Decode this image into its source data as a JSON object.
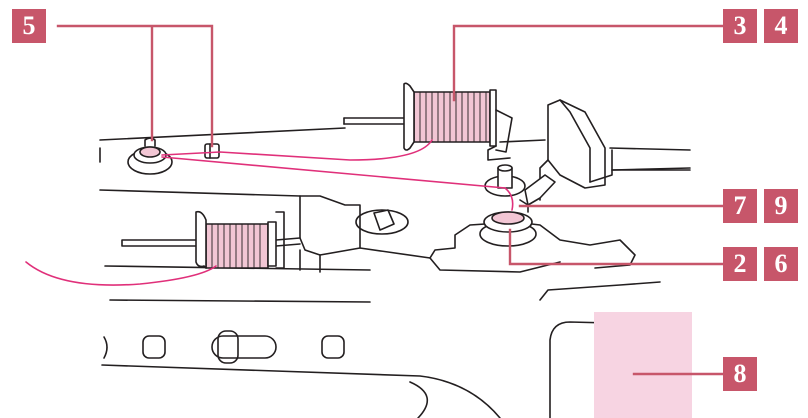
{
  "colors": {
    "accent": "#c7566a",
    "thread": "#e0307a",
    "spool_fill": "#f2c6d4",
    "screen_fill": "#f7d4e2",
    "outline": "#231f20"
  },
  "callouts": [
    {
      "id": "c5",
      "label": "5"
    },
    {
      "id": "c3",
      "label": "3"
    },
    {
      "id": "c4",
      "label": "4"
    },
    {
      "id": "c7",
      "label": "7"
    },
    {
      "id": "c9",
      "label": "9"
    },
    {
      "id": "c2",
      "label": "2"
    },
    {
      "id": "c6",
      "label": "6"
    },
    {
      "id": "c8",
      "label": "8"
    }
  ]
}
